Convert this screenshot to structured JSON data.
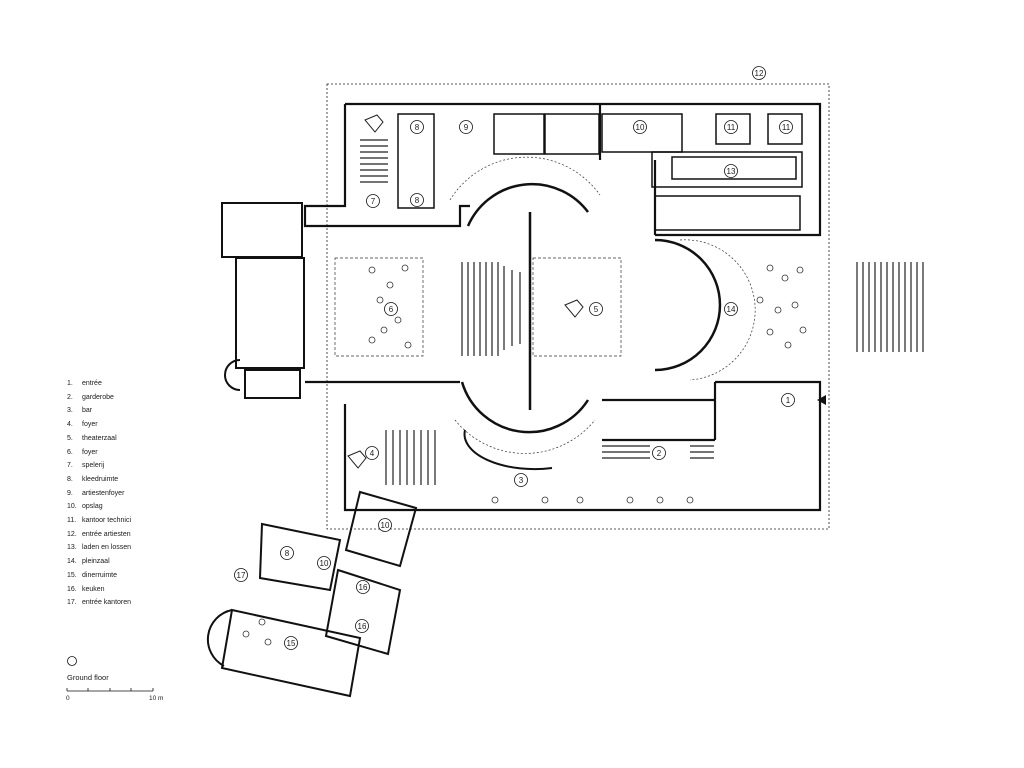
{
  "legend": [
    {
      "num": "1.",
      "text": "entrée"
    },
    {
      "num": "2.",
      "text": "garderobe"
    },
    {
      "num": "3.",
      "text": "bar"
    },
    {
      "num": "4.",
      "text": "foyer"
    },
    {
      "num": "5.",
      "text": "theaterzaal"
    },
    {
      "num": "6.",
      "text": "foyer"
    },
    {
      "num": "7.",
      "text": "spelerij"
    },
    {
      "num": "8.",
      "text": "kleedruimte"
    },
    {
      "num": "9.",
      "text": "artiestenfoyer"
    },
    {
      "num": "10.",
      "text": "opslag"
    },
    {
      "num": "11.",
      "text": "kantoor technici"
    },
    {
      "num": "12.",
      "text": "entrée artiesten"
    },
    {
      "num": "13.",
      "text": "laden en lossen"
    },
    {
      "num": "14.",
      "text": "pleinzaal"
    },
    {
      "num": "15.",
      "text": "dinerruimte"
    },
    {
      "num": "16.",
      "text": "keuken"
    },
    {
      "num": "17.",
      "text": "entrée kantoren"
    }
  ],
  "plan": {
    "title": "Ground floor",
    "scale_start": "0",
    "scale_end": "10 m",
    "room_numbers": [
      "1",
      "2",
      "3",
      "4",
      "5",
      "6",
      "7",
      "8",
      "8",
      "9",
      "10",
      "10",
      "10",
      "11",
      "11",
      "12",
      "13",
      "14",
      "15",
      "16",
      "16",
      "17",
      "8"
    ]
  }
}
